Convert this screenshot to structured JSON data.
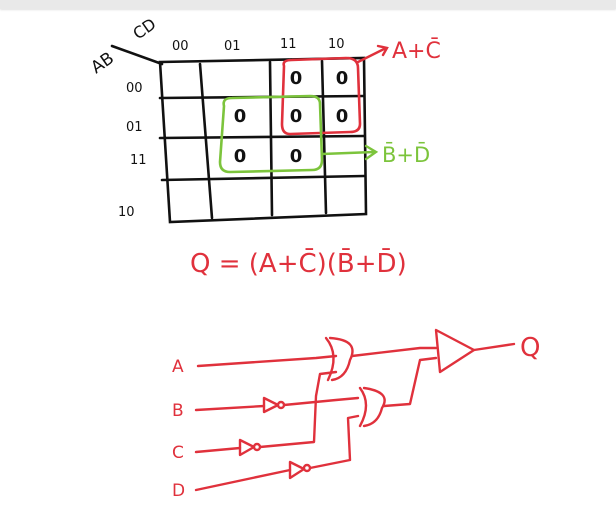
{
  "colors": {
    "ink": "#111111",
    "red": "#e0313c",
    "green": "#7cc43c",
    "topbar": "#e9e9e9"
  },
  "kmap": {
    "corner_row_var": "AB",
    "corner_col_var": "CD",
    "col_headers": [
      "00",
      "01",
      "11",
      "10"
    ],
    "row_headers": [
      "00",
      "01",
      "11",
      "10"
    ],
    "zero_cells": [
      {
        "row": 0,
        "col": 2,
        "value": "0"
      },
      {
        "row": 0,
        "col": 3,
        "value": "0"
      },
      {
        "row": 1,
        "col": 1,
        "value": "0"
      },
      {
        "row": 1,
        "col": 2,
        "value": "0"
      },
      {
        "row": 1,
        "col": 3,
        "value": "0"
      },
      {
        "row": 2,
        "col": 1,
        "value": "0"
      },
      {
        "row": 2,
        "col": 2,
        "value": "0"
      }
    ]
  },
  "groups": {
    "red_term": "A+C̄",
    "green_term": "B̄+D̄"
  },
  "equation": "Q = (A+C̄)(B̄+D̄)",
  "circuit": {
    "inputs": [
      "A",
      "B",
      "C",
      "D"
    ],
    "output": "Q"
  }
}
